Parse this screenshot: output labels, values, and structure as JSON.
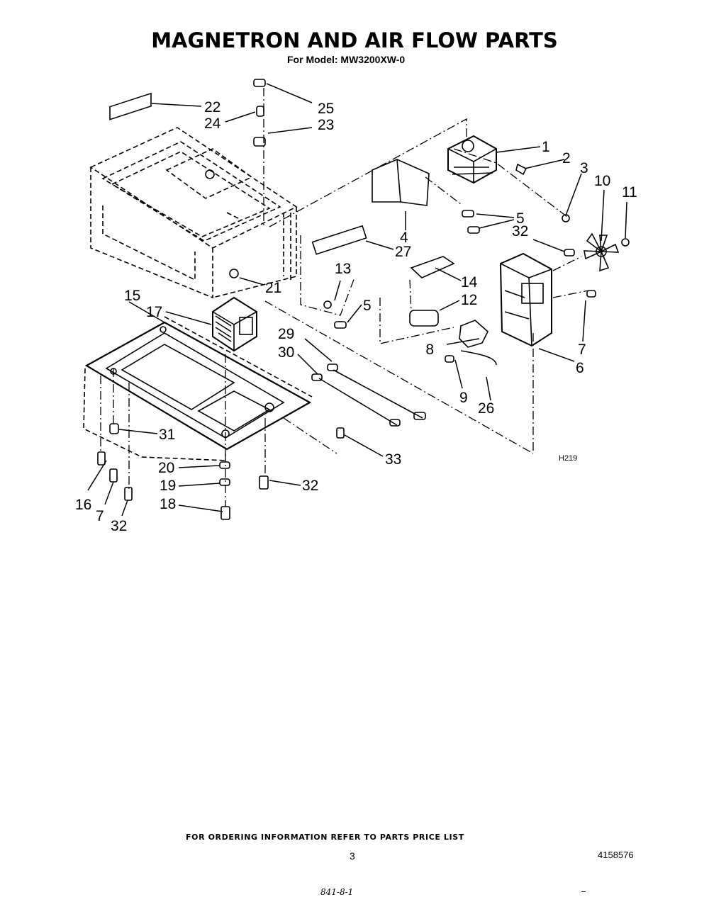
{
  "header": {
    "title": "MAGNETRON AND AIR FLOW PARTS",
    "model": "For Model: MW3200XW-0"
  },
  "diagram": {
    "part_labels": [
      "1",
      "2",
      "3",
      "4",
      "5",
      "5",
      "5",
      "6",
      "7",
      "7",
      "8",
      "9",
      "10",
      "11",
      "12",
      "13",
      "14",
      "15",
      "16",
      "17",
      "18",
      "19",
      "20",
      "21",
      "22",
      "23",
      "24",
      "25",
      "26",
      "27",
      "29",
      "30",
      "31",
      "32",
      "32",
      "32",
      "32",
      "33"
    ],
    "drawing_code": "H219"
  },
  "footer": {
    "ordering_note": "FOR ORDERING INFORMATION REFER TO PARTS PRICE LIST",
    "page_number": "3",
    "document_number": "4158576",
    "handwritten_note": "841-8-1"
  }
}
